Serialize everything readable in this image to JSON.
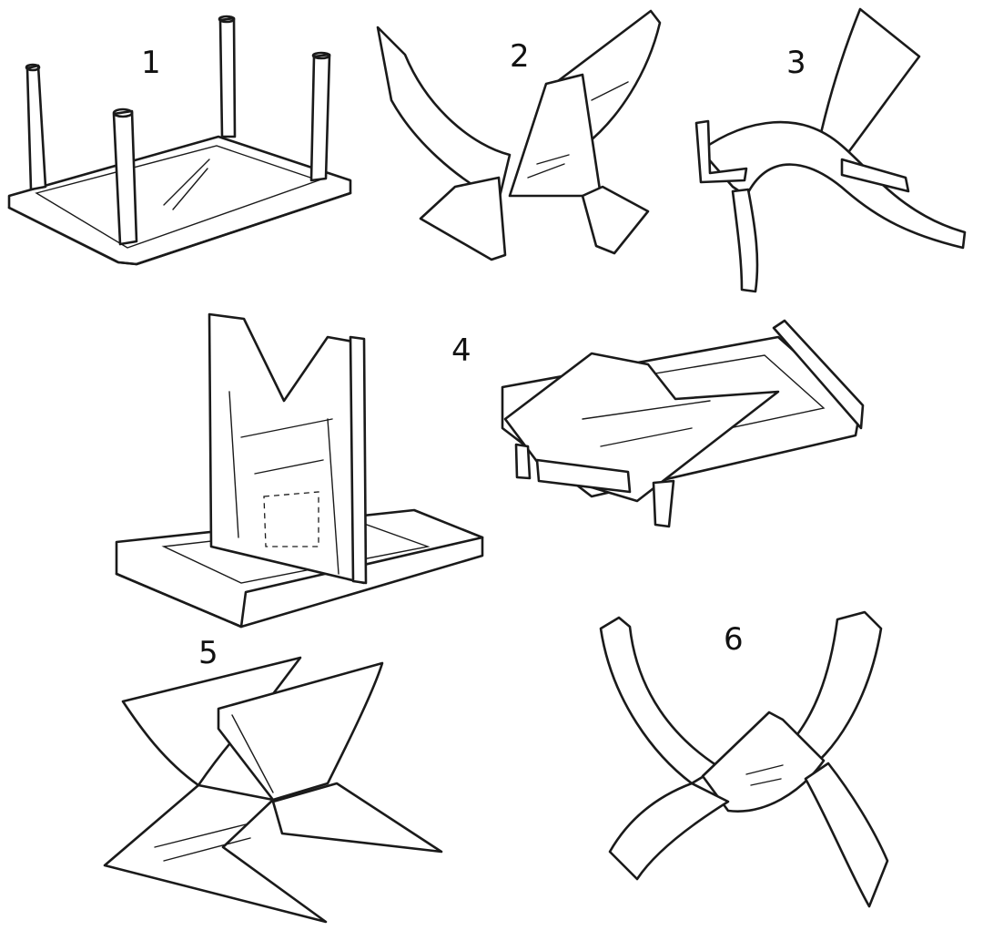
{
  "figure": {
    "labels": {
      "l1": "1",
      "l2": "2",
      "l3": "3",
      "l4": "4",
      "l5": "5",
      "l6": "6"
    },
    "ink_color": "#1a1a1a",
    "paper_color": "#ffffff"
  }
}
